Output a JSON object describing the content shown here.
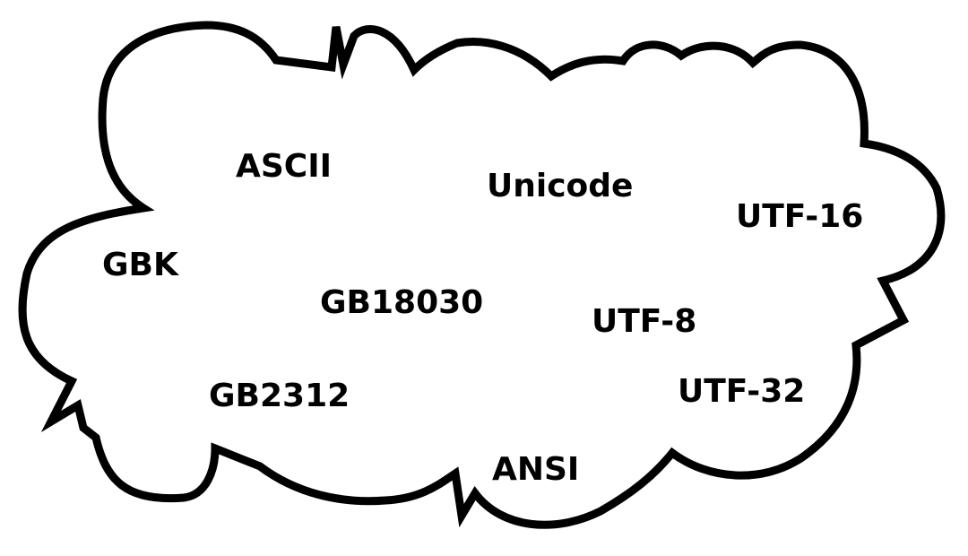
{
  "diagram": {
    "type": "word-cloud-bubble",
    "outline_color": "#000000",
    "fill_color": "#ffffff",
    "text_color": "#000000",
    "terms": [
      {
        "id": "ascii",
        "text": "ASCII"
      },
      {
        "id": "unicode",
        "text": "Unicode"
      },
      {
        "id": "utf16",
        "text": "UTF-16"
      },
      {
        "id": "gbk",
        "text": "GBK"
      },
      {
        "id": "gb18030",
        "text": "GB18030"
      },
      {
        "id": "utf8",
        "text": "UTF-8"
      },
      {
        "id": "gb2312",
        "text": "GB2312"
      },
      {
        "id": "utf32",
        "text": "UTF-32"
      },
      {
        "id": "ansi",
        "text": "ANSI"
      }
    ]
  }
}
